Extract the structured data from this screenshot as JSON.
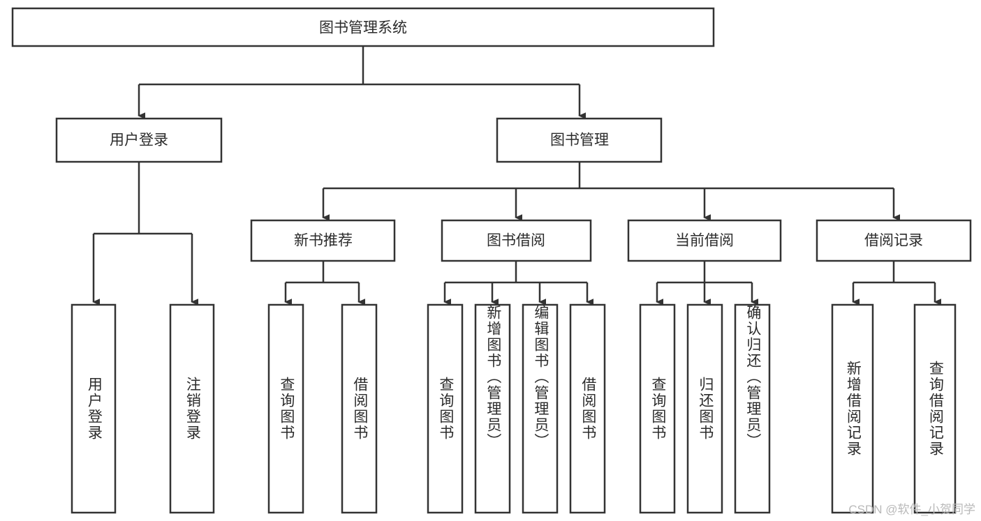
{
  "diagram": {
    "type": "tree",
    "title": "图书管理系统",
    "root": {
      "id": "root",
      "label": "图书管理系统",
      "orientation": "horizontal"
    },
    "level1": [
      {
        "id": "user-login",
        "label": "用户登录",
        "orientation": "horizontal"
      },
      {
        "id": "book-manage",
        "label": "图书管理",
        "orientation": "horizontal"
      }
    ],
    "level2": [
      {
        "id": "new-book-recommend",
        "label": "新书推荐",
        "orientation": "horizontal",
        "parent": "book-manage"
      },
      {
        "id": "book-borrow",
        "label": "图书借阅",
        "orientation": "horizontal",
        "parent": "book-manage"
      },
      {
        "id": "current-borrow",
        "label": "当前借阅",
        "orientation": "horizontal",
        "parent": "book-manage"
      },
      {
        "id": "borrow-record",
        "label": "借阅记录",
        "orientation": "horizontal",
        "parent": "book-manage"
      }
    ],
    "leaves": [
      {
        "id": "leaf-user-login",
        "label": "用户登录",
        "orientation": "vertical",
        "parent": "user-login"
      },
      {
        "id": "leaf-user-logout",
        "label": "注销登录",
        "orientation": "vertical",
        "parent": "user-login"
      },
      {
        "id": "leaf-query-book-1",
        "label": "查询图书",
        "orientation": "vertical",
        "parent": "new-book-recommend"
      },
      {
        "id": "leaf-borrow-book-1",
        "label": "借阅图书",
        "orientation": "vertical",
        "parent": "new-book-recommend"
      },
      {
        "id": "leaf-query-book-2",
        "label": "查询图书",
        "orientation": "vertical",
        "parent": "book-borrow"
      },
      {
        "id": "leaf-add-book",
        "label": "新增图书（管理员）",
        "orientation": "vertical",
        "parent": "book-borrow"
      },
      {
        "id": "leaf-edit-book",
        "label": "编辑图书（管理员）",
        "orientation": "vertical",
        "parent": "book-borrow"
      },
      {
        "id": "leaf-borrow-book-2",
        "label": "借阅图书",
        "orientation": "vertical",
        "parent": "book-borrow"
      },
      {
        "id": "leaf-query-book-3",
        "label": "查询图书",
        "orientation": "vertical",
        "parent": "current-borrow"
      },
      {
        "id": "leaf-return-book",
        "label": "归还图书",
        "orientation": "vertical",
        "parent": "current-borrow"
      },
      {
        "id": "leaf-confirm-return",
        "label": "确认归还（管理员）",
        "orientation": "vertical",
        "parent": "current-borrow"
      },
      {
        "id": "leaf-add-record",
        "label": "新增借阅记录",
        "orientation": "vertical",
        "parent": "borrow-record"
      },
      {
        "id": "leaf-query-record",
        "label": "查询借阅记录",
        "orientation": "vertical",
        "parent": "borrow-record"
      }
    ],
    "colors": {
      "box_stroke": "#333333",
      "box_fill": "#ffffff",
      "text": "#2b2b2b",
      "connector": "#333333",
      "background": "#ffffff",
      "watermark": "#b9b9b9"
    }
  },
  "watermark": {
    "text": "CSDN @软件_小贺同学"
  }
}
